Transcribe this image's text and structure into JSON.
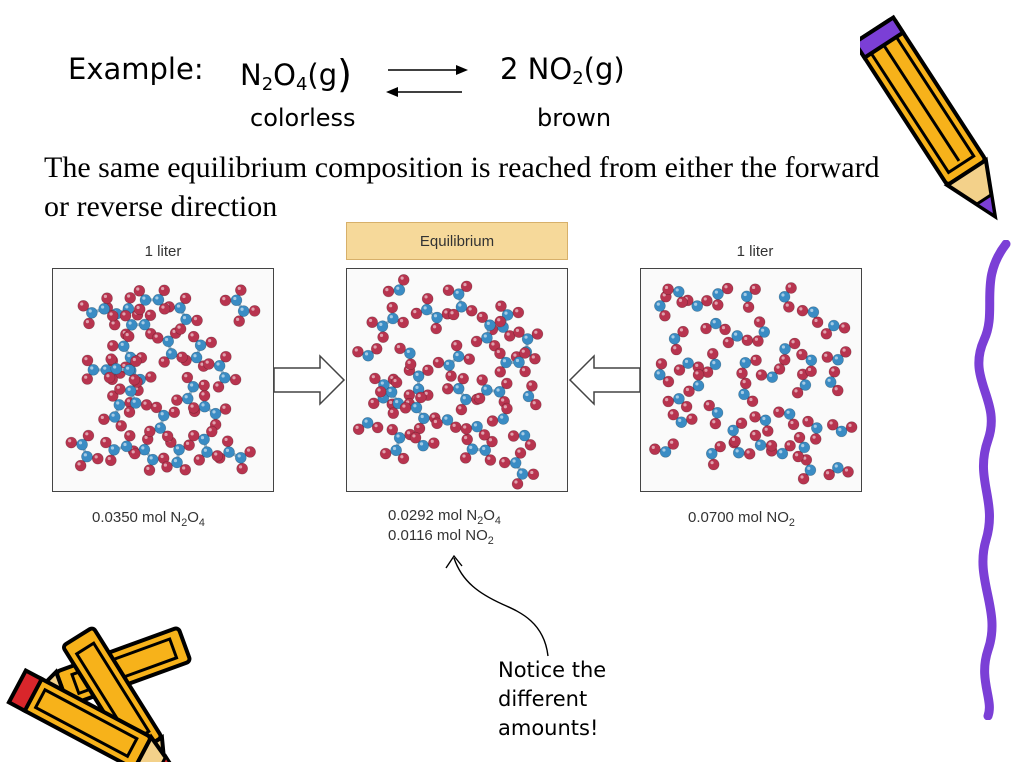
{
  "equation": {
    "prefix": "Example:",
    "reactant_main": "N",
    "reactant_sub1": "2",
    "reactant_mid": "O",
    "reactant_sub2": "4",
    "reactant_state": "(g",
    "reactant_paren": ")",
    "product_coef": "2 NO",
    "product_sub": "2",
    "product_state": "(g)",
    "reactant_color": "colorless",
    "product_color": "brown"
  },
  "statement": "The same equilibrium composition is reached from either the forward or reverse direction",
  "figure": {
    "left_label": "1 liter",
    "right_label": "1 liter",
    "center_banner": "Equilibrium",
    "left_amount": {
      "text": "0.0350 mol N",
      "sub1": "2",
      "mid": "O",
      "sub2": "4"
    },
    "center_amount_1": {
      "text": "0.0292 mol N",
      "sub1": "2",
      "mid": "O",
      "sub2": "4"
    },
    "center_amount_2": {
      "text": "0.0116 mol NO",
      "sub": "2"
    },
    "right_amount": {
      "text": "0.0700 mol NO",
      "sub": "2"
    }
  },
  "annotation": {
    "line1": "Notice the",
    "line2": "different",
    "line3": "amounts!"
  },
  "colors": {
    "oxygen_atom": "#b8344f",
    "nitrogen_atom": "#3a8cc4",
    "bond": "#8fb4cc",
    "banner": "#f6d99a",
    "pencil_body": "#f7b21a",
    "pencil_outline": "#000000",
    "pencil_accent": "#7b3fd6",
    "squiggle": "#7b3fd6"
  },
  "icons": [
    "pencil-icon",
    "crossed-pencils-icon",
    "arrow-right-icon",
    "arrow-left-icon"
  ]
}
